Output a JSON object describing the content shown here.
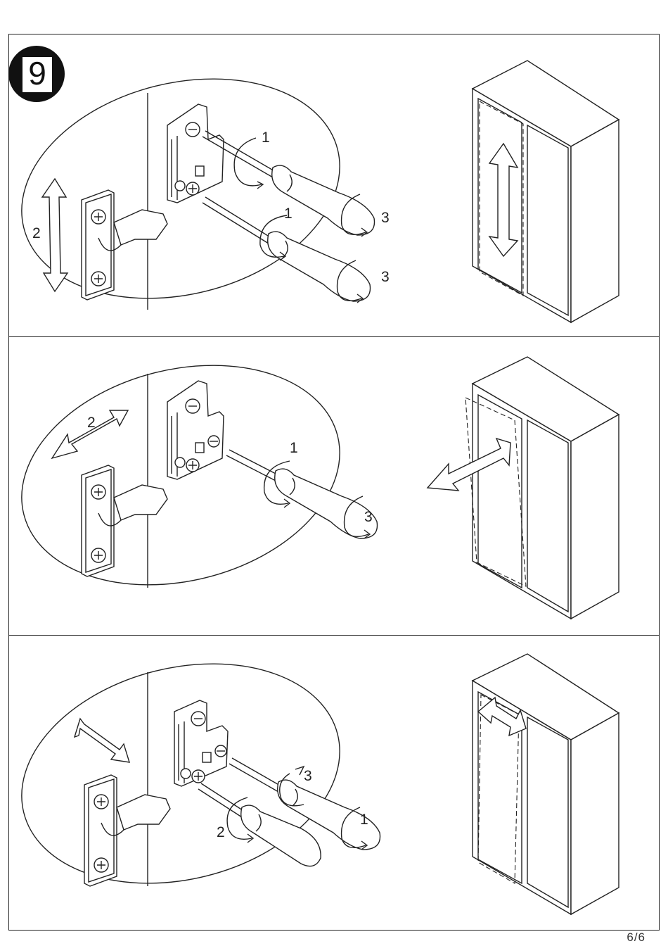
{
  "step": {
    "number": "9"
  },
  "page": {
    "indicator": "6/6"
  },
  "panels": [
    {
      "id": "vertical-adjustment",
      "labels": {
        "screw_upper": "1",
        "screw_lower": "1",
        "turn_upper": "3",
        "turn_lower": "3",
        "direction": "2"
      }
    },
    {
      "id": "lateral-adjustment",
      "labels": {
        "screw": "1",
        "turn": "3",
        "direction": "2"
      }
    },
    {
      "id": "depth-adjustment",
      "labels": {
        "screw_left": "2",
        "screw_right": "1",
        "turn": "3"
      }
    }
  ],
  "icons": {
    "step_badge": "step-number-badge",
    "hinge": "cabinet-hinge-icon",
    "screwdriver": "screwdriver-icon",
    "rotation_arrow": "rotation-arrow-icon",
    "double_arrow": "double-arrow-icon",
    "wardrobe": "wardrobe-icon"
  },
  "colors": {
    "line": "#222222",
    "background": "#ffffff",
    "badge": "#111111"
  }
}
